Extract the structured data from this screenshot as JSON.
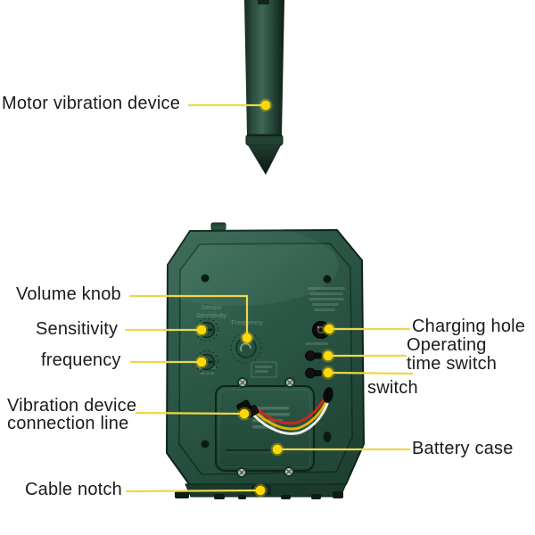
{
  "colors": {
    "background": "#ffffff",
    "callout_line": "#ecd74b",
    "callout_dot": "#ffd804",
    "label_text": "#1b1b1b",
    "device_green": "#2b5645",
    "device_dark_green": "#14291e",
    "battery_panel_green": "#264f3f",
    "wire_red": "#c8281c",
    "wire_yellow": "#e0b400",
    "wire_white": "#efeee6"
  },
  "callouts": {
    "motor_vibration_device": "Motor vibration device",
    "volume_knob": "Volume knob",
    "sensitivity": "Sensitivity",
    "frequency": "frequency",
    "vibration_device_connection_line": "Vibration device connection line",
    "cable_notch": "Cable notch",
    "charging_hole": "Charging hole",
    "operating_time_switch": "Operating time switch",
    "switch": "switch",
    "battery_case": "Battery case"
  },
  "device_molded_text": {
    "sensor_line1": "Sensor",
    "sensor_line2": "Sensitivity",
    "dial_label": "Frequency"
  }
}
